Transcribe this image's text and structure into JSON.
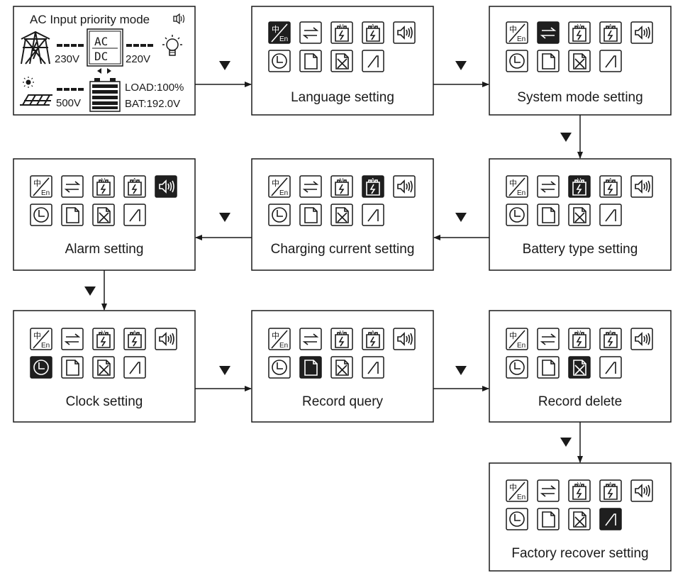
{
  "home_screen": {
    "title": "AC Input priority mode",
    "grid_voltage": "230V",
    "output_voltage": "220V",
    "ac_label": "AC",
    "dc_label": "DC",
    "pv_voltage": "500V",
    "load": "LOAD:100%",
    "battery": "BAT:192.0V"
  },
  "menu_icon_text": {
    "lang_cn": "中",
    "lang_en": "En",
    "volt": "V",
    "amp": "A"
  },
  "menu_icons": [
    "language-icon",
    "system-mode-icon",
    "battery-type-icon",
    "charging-current-icon",
    "alarm-icon",
    "clock-icon",
    "record-query-icon",
    "record-delete-icon",
    "factory-recover-icon"
  ],
  "screens": [
    {
      "id": "language",
      "label": "Language setting",
      "selected_icon": 0
    },
    {
      "id": "system-mode",
      "label": "System mode setting",
      "selected_icon": 1
    },
    {
      "id": "battery-type",
      "label": "Battery type setting",
      "selected_icon": 2
    },
    {
      "id": "charging-current",
      "label": "Charging current setting",
      "selected_icon": 3
    },
    {
      "id": "alarm",
      "label": "Alarm setting",
      "selected_icon": 4
    },
    {
      "id": "clock",
      "label": "Clock setting",
      "selected_icon": 5
    },
    {
      "id": "record-query",
      "label": "Record query",
      "selected_icon": 6
    },
    {
      "id": "record-delete",
      "label": "Record delete",
      "selected_icon": 7
    },
    {
      "id": "factory-recover",
      "label": "Factory recover setting",
      "selected_icon": 8
    }
  ]
}
